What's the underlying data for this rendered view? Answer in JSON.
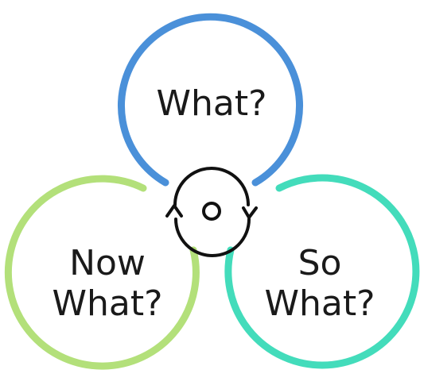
{
  "circles": [
    {
      "id": "what",
      "lines": [
        "What?"
      ],
      "color": "#4a90d9"
    },
    {
      "id": "now-what",
      "lines": [
        "Now",
        "What?"
      ],
      "color": "#b3e07a"
    },
    {
      "id": "so-what",
      "lines": [
        "So",
        "What?"
      ],
      "color": "#43dcbb"
    }
  ],
  "cycle_icon": "refresh-cycle-icon",
  "cycle_icon_color": "#111111"
}
